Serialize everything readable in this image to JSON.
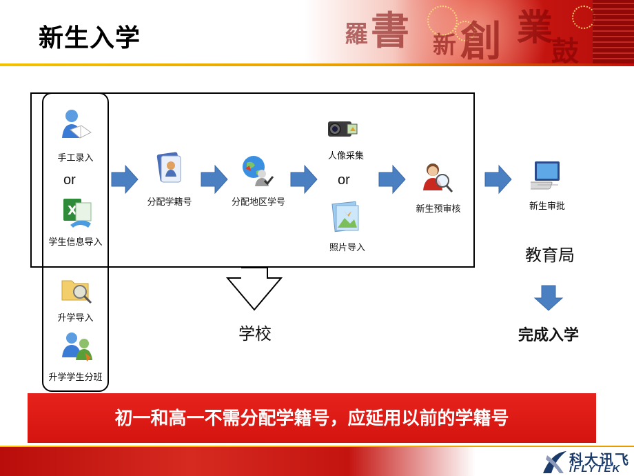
{
  "header": {
    "title": "新生入学",
    "decor_chars": [
      "羅",
      "書",
      "新",
      "創",
      "業",
      "鼓"
    ]
  },
  "diagram": {
    "left_column": {
      "manual_entry": "手工录入",
      "or1": "or",
      "student_import": "学生信息导入",
      "promotion_import": "升学导入",
      "class_assign": "升学学生分班"
    },
    "steps": {
      "assign_number": "分配学籍号",
      "region_number": "分配地区学号",
      "photo_capture": "人像采集",
      "or2": "or",
      "photo_import": "照片导入",
      "pre_review": "新生预审核",
      "final_review": "新生审批"
    },
    "actors": {
      "school": "学校",
      "bureau": "教育局"
    },
    "result": "完成入学"
  },
  "banner": {
    "text": "初一和高一不需分配学籍号，应延用以前的学籍号"
  },
  "footer": {
    "logo_cn": "科大讯飞",
    "logo_en": "iFLYTEK"
  },
  "colors": {
    "arrow": "#4a7fc1",
    "banner": "#e01c17",
    "header_red": "#c41410"
  },
  "icons": [
    "user-book-icon",
    "excel-icon",
    "folder-search-icon",
    "users-icon",
    "id-card-icon",
    "globe-user-icon",
    "camera-icon",
    "photo-icon",
    "user-search-icon",
    "computer-icon"
  ]
}
